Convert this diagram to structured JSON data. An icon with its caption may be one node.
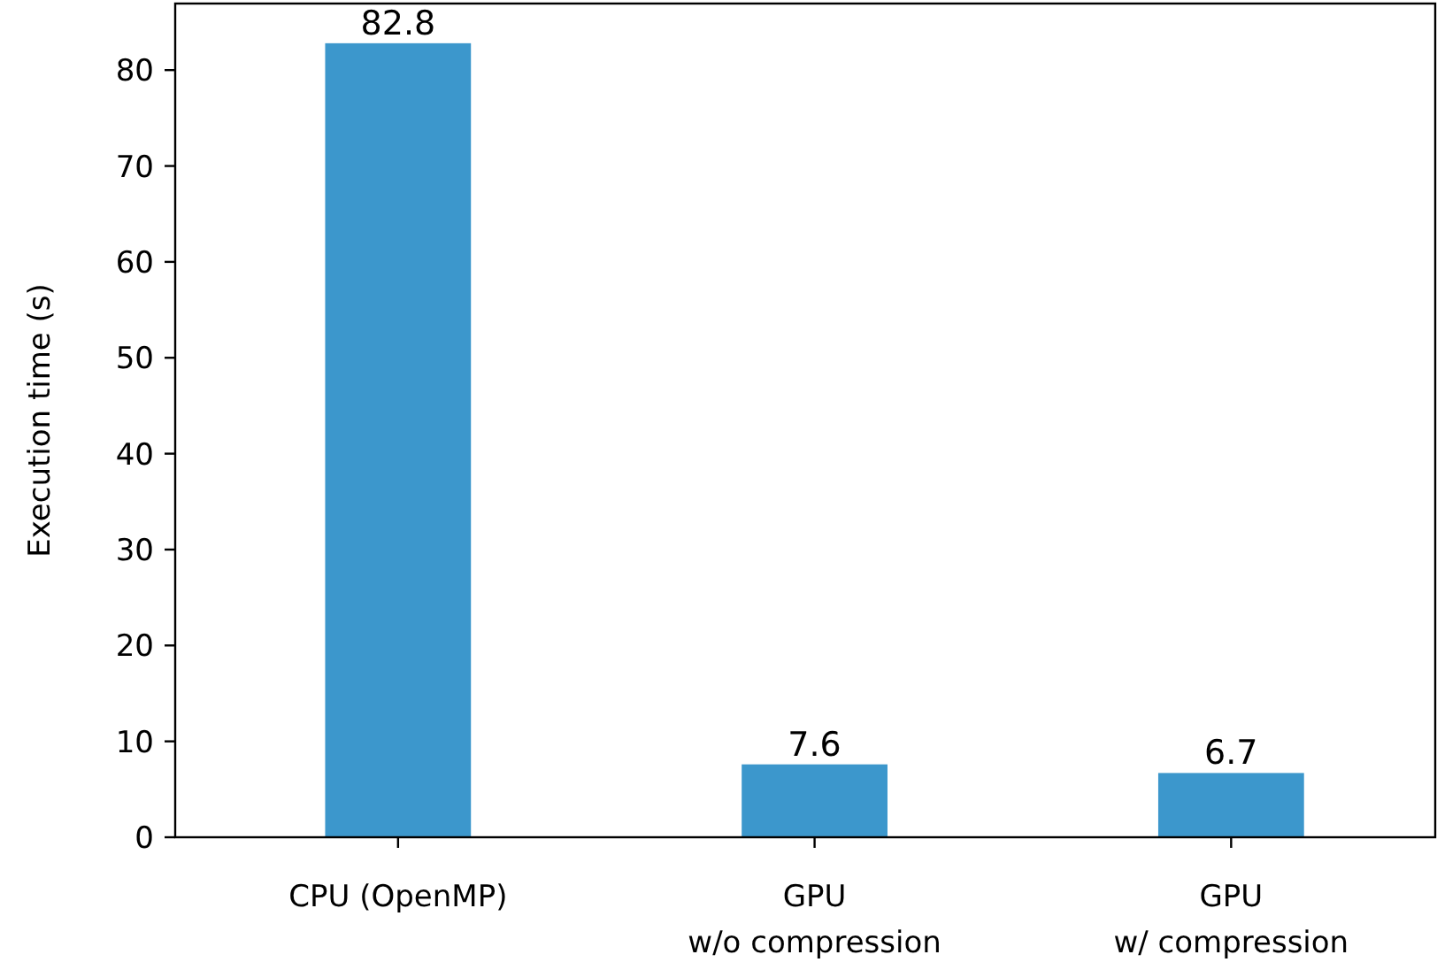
{
  "diagram": {
    "chart_data": {
      "type": "bar",
      "ylabel": "Execution time (s)",
      "categories": [
        "CPU (OpenMP)",
        "GPU\nw/o compression",
        "GPU\nw/ compression"
      ],
      "series": [
        {
          "color": "#3c97cc",
          "values": [
            82.8,
            7.6,
            6.7
          ]
        }
      ],
      "ylim": [
        0,
        86.94
      ],
      "yticks": [
        0,
        10,
        20,
        30,
        40,
        50,
        60,
        70,
        80
      ],
      "data_labels": true
    }
  }
}
